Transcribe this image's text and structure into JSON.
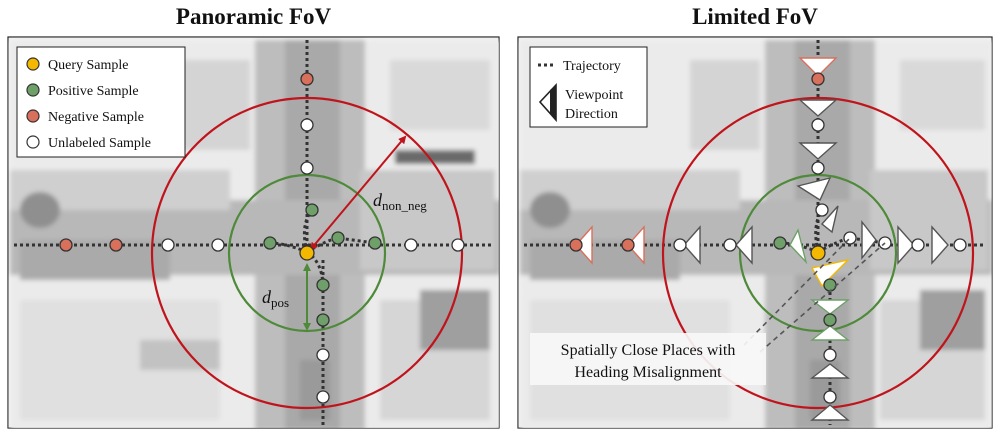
{
  "left": {
    "title": "Panoramic FoV",
    "legend": [
      {
        "label": "Query Sample",
        "color": "#f5b800"
      },
      {
        "label": "Positive Sample",
        "color": "#6fa06a"
      },
      {
        "label": "Negative Sample",
        "color": "#d8705c"
      },
      {
        "label": "Unlabeled Sample",
        "color": "#ffffff"
      }
    ],
    "labels": {
      "d_non_neg_main": "d",
      "d_non_neg_sub": "non_neg",
      "d_pos_main": "d",
      "d_pos_sub": "pos"
    }
  },
  "right": {
    "title": "Limited FoV",
    "legend_trajectory": "Trajectory",
    "legend_viewpoint_line1": "Viewpoint",
    "legend_viewpoint_line2": "Direction",
    "callout_line1": "Spatially Close Places with",
    "callout_line2": "Heading Misalignment"
  },
  "colors": {
    "positive_circle": "#4e8a3a",
    "negative_circle": "#c0141c",
    "arrow_red": "#c0141c",
    "arrow_green": "#4e8a3a"
  }
}
